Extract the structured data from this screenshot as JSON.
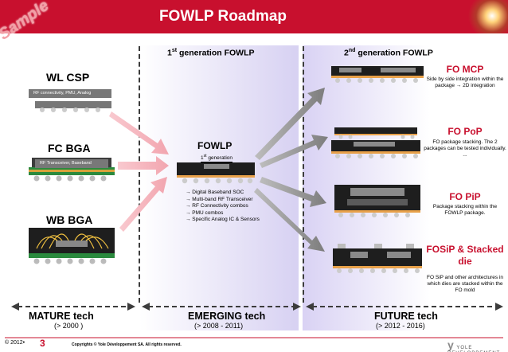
{
  "header": {
    "title": "FOWLP Roadmap",
    "badge": "Sample"
  },
  "generations": {
    "first": {
      "num": "1",
      "sup": "st",
      "text": " generation FOWLP"
    },
    "second": {
      "num": "2",
      "sup": "nd",
      "text": " generation FOWLP"
    }
  },
  "mature": [
    {
      "title": "WL CSP",
      "label": "RF connectivity, PMU, Analog"
    },
    {
      "title": "FC BGA",
      "label": "RF Transceiver, Baseband"
    },
    {
      "title": "WB BGA",
      "label": ""
    }
  ],
  "fowlp": {
    "title": "FOWLP",
    "sub_num": "1",
    "sub_sup": "st",
    "sub_text": " generation",
    "items": [
      "→ Digital Baseband SOC",
      "→ Multi-band RF Transceiver",
      "→ RF Connectivity combos",
      "→ PMU combos",
      "→ Specific Analog IC & Sensors"
    ]
  },
  "future": [
    {
      "title": "FO MCP",
      "desc": "Side by side integration within the package → 2D integration"
    },
    {
      "title": "FO PoP",
      "desc": "FO package stacking. The 2 packages can be tested individually. ..."
    },
    {
      "title": "FO PiP",
      "desc": "Package stacking within the FOWLP package."
    },
    {
      "title": "FOSiP & Stacked die",
      "desc": "FO SiP and other architectures in which dies are stacked within the FO mold"
    }
  ],
  "tech": {
    "mature": {
      "label": "MATURE tech",
      "years": "(> 2000 )"
    },
    "emerging": {
      "label": "EMERGING tech",
      "years": "(> 2008 - 2011)"
    },
    "future": {
      "label": "FUTURE tech",
      "years": "(> 2012 - 2016)"
    }
  },
  "footer": {
    "left": "© 2012•",
    "page": "3",
    "copyright": "Copyrights © Yole Développement SA. All rights reserved.",
    "logo": "YOLE DEVELOPPEMENT"
  },
  "colors": {
    "accent": "#c8102e",
    "arrow": "#9a9a9a",
    "substrate": "#2d2d2d",
    "bump": "#d3d3d3"
  }
}
